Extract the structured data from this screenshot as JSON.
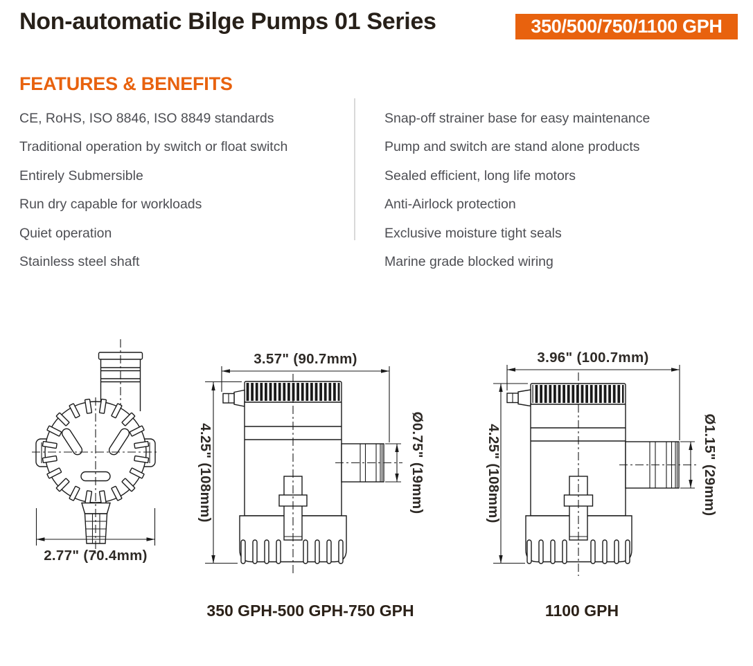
{
  "header": {
    "title": "Non-automatic Bilge Pumps 01 Series",
    "badge": "350/500/750/1100 GPH"
  },
  "features": {
    "heading": "FEATURES & BENEFITS",
    "left": [
      "CE, RoHS, ISO 8846, ISO 8849 standards",
      "Traditional operation by switch or float switch",
      "Entirely Submersible",
      "Run dry capable for workloads",
      "Quiet operation",
      "Stainless steel shaft"
    ],
    "right": [
      "Snap-off strainer base for easy maintenance",
      "Pump and switch are stand alone products",
      "Sealed efficient, long life motors",
      "Anti-Airlock protection",
      "Exclusive moisture tight seals",
      "Marine grade blocked wiring"
    ]
  },
  "diagrams": {
    "top_view": {
      "width_dim": "2.77\" (70.4mm)"
    },
    "small_pump": {
      "width_dim": "3.57\" (90.7mm)",
      "height_dim": "4.25\" (108mm)",
      "outlet_dim": "Ø0.75\" (19mm)",
      "label": "350 GPH-500 GPH-750 GPH"
    },
    "large_pump": {
      "width_dim": "3.96\" (100.7mm)",
      "height_dim": "4.25\" (108mm)",
      "outlet_dim": "Ø1.15\" (29mm)",
      "label": "1100 GPH"
    }
  },
  "colors": {
    "accent": "#E8620E",
    "title_text": "#272019",
    "feature_text": "#4D4E53",
    "line_art": "#1A1A1A"
  }
}
